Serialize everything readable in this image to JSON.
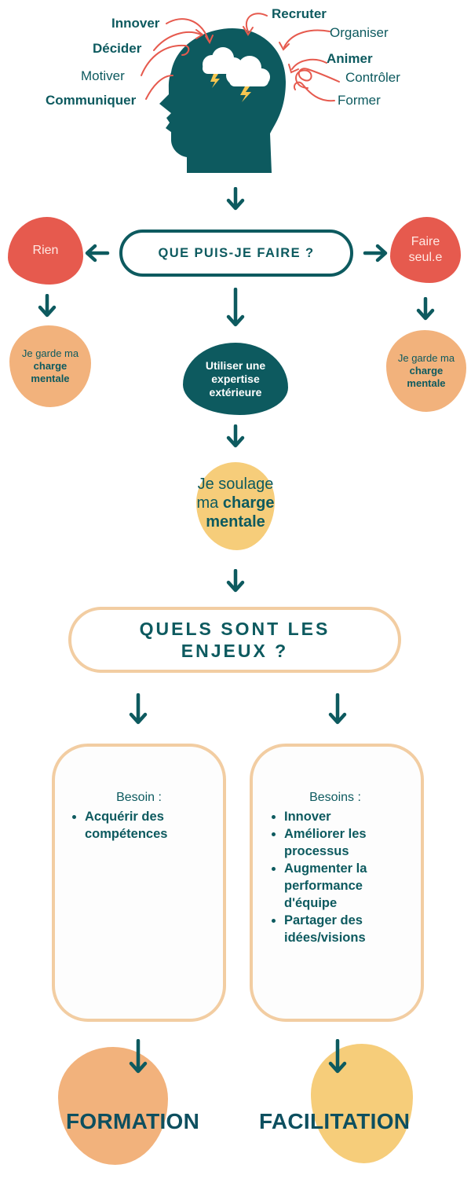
{
  "head": {
    "left_words": [
      {
        "text": "Innover",
        "bold": true
      },
      {
        "text": "Décider",
        "bold": true
      },
      {
        "text": "Motiver",
        "bold": false
      },
      {
        "text": "Communiquer",
        "bold": true
      }
    ],
    "right_words": [
      {
        "text": "Recruter",
        "bold": true
      },
      {
        "text": "Organiser",
        "bold": false
      },
      {
        "text": "Animer",
        "bold": true
      },
      {
        "text": "Contrôler",
        "bold": false
      },
      {
        "text": "Former",
        "bold": false
      }
    ]
  },
  "question1": "QUE PUIS-JE FAIRE ?",
  "options": {
    "left": {
      "label": "Rien",
      "result_pre": "Je garde ma",
      "result_bold": "charge mentale"
    },
    "center": {
      "label": "Utiliser une expertise extérieure"
    },
    "right": {
      "label": "Faire seul.e",
      "result_pre": "Je garde ma",
      "result_bold": "charge mentale"
    }
  },
  "relief": {
    "pre1": "Je soulage",
    "pre2": "ma",
    "bold1": "charge",
    "bold2": "mentale"
  },
  "question2": {
    "line1": "QUELS SONT LES",
    "line2": "ENJEUX ?"
  },
  "needs": {
    "left": {
      "heading": "Besoin :",
      "items": [
        "Acquérir des compétences"
      ]
    },
    "right": {
      "heading": "Besoins :",
      "items": [
        "Innover",
        "Améliorer les processus",
        "Augmenter la performance d'équipe",
        "Partager des idées/visions"
      ]
    }
  },
  "outcomes": {
    "left": "FORMATION",
    "right": "FACILITATION"
  },
  "colors": {
    "teal": "#0d5a5f",
    "coral": "#e65a4e",
    "peach": "#f2b27c",
    "yellow": "#f6cd7a",
    "card_border": "#f2cda2"
  }
}
